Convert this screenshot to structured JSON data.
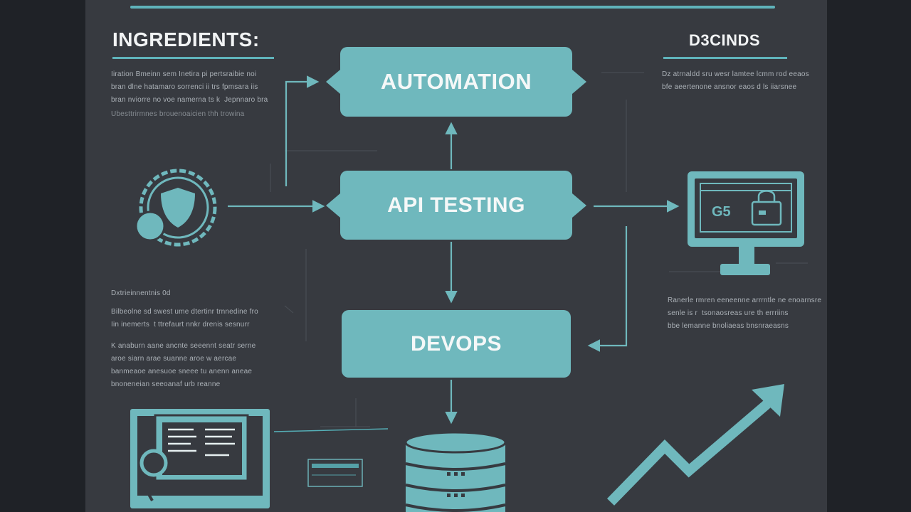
{
  "title": "",
  "left_heading": "INGREDIENTS:",
  "right_heading": "D3CINDS",
  "nodes": {
    "automation": "AUTOMATION",
    "api_testing": "API TESTING",
    "devops": "DEVOPS"
  },
  "left_text_top": "Iiration Bmeinn sem Inetira pi pertsraibie noi\nbran dlne hatamaro sorrenci ii trs fpmsara iis\nbran nviorre no voe namerna ts k  Jepnnaro bra",
  "left_text_top_sub": "Ubesttrirmnes brouenoaicien thh trowina",
  "left_text_mid_head": "Dxtrieinnentnis 0d",
  "left_text_mid": "Bilbeolne sd swest ume dtertinr trnnedine fro\nIin inemerts  t ttrefaurt nnkr drenis sesnurr",
  "left_text_low": "K anaburn aane ancnte seeennt seatr serne\naroe siarn arae suanne aroe w aercae\nbanmeaoe anesuoe sneee tu anenn aneae\nbnoneneian seeoanaf urb reanne",
  "right_text_top": "Dz atrnaldd sru wesr lamtee lcmm rod eeaos\nbfe aeertenone ansnor eaos d ls iiarsnee",
  "right_text_mid": "Ranerle rmren eeneenne arrrntle ne enoarnsre\nsenle is r  tsonaosreas ure th errriins\nbbe lemanne bnoliaeas bnsnraeasns",
  "colors": {
    "panel": "#373a40",
    "accent": "#6fb8bd",
    "node_text": "#f5f8f8"
  },
  "icons": [
    "shield-badge-icon",
    "monitor-lock-icon",
    "document-screen-icon",
    "database-icon",
    "growth-arrow-icon"
  ]
}
